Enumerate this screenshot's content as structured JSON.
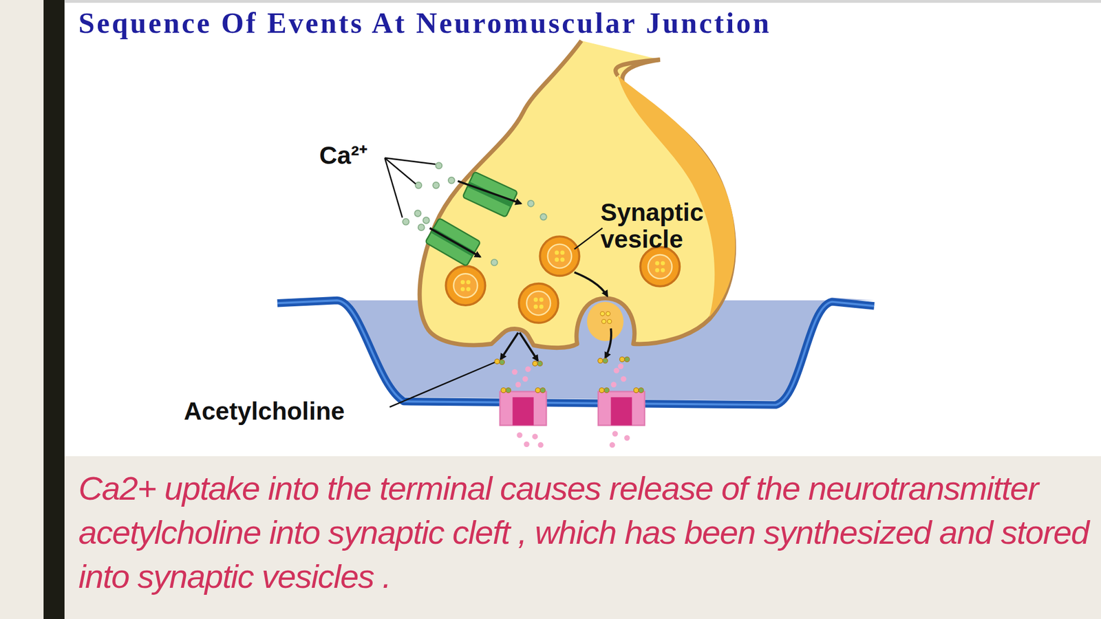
{
  "diagram": {
    "title": "Sequence Of Events At Neuromuscular Junction",
    "caption": "Ca2+ uptake into the terminal causes release of the neurotransmitter acetylcholine into synaptic cleft , which has been synthesized and stored into synaptic vesicles .",
    "labels": [
      "Ca²⁺",
      "Synaptic vesicle",
      "Acetylcholine"
    ]
  }
}
